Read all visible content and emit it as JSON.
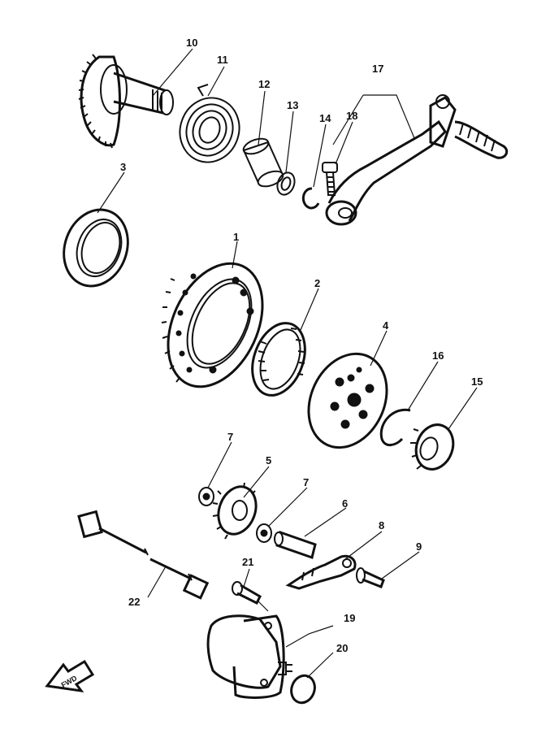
{
  "callouts": {
    "p1": "1",
    "p2": "2",
    "p3": "3",
    "p4": "4",
    "p5": "5",
    "p6": "6",
    "p7a": "7",
    "p7b": "7",
    "p8": "8",
    "p9": "9",
    "p10": "10",
    "p11": "11",
    "p12": "12",
    "p13": "13",
    "p14": "14",
    "p15": "15",
    "p16": "16",
    "p17": "17",
    "p18": "18",
    "p19": "19",
    "p20": "20",
    "p21": "21",
    "p22": "22"
  },
  "front_arrow": {
    "label": "FWD",
    "icon": "front-direction-arrow-icon"
  },
  "colors": {
    "ink": "#111111",
    "paper": "#ffffff"
  }
}
